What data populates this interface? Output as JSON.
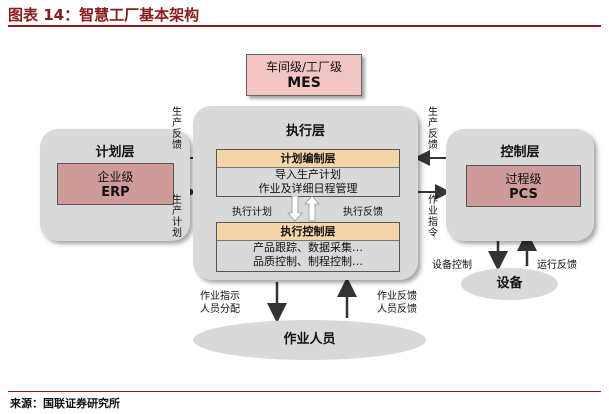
{
  "header": {
    "title": "图表 14：智慧工厂基本架构"
  },
  "footer": {
    "source": "来源：国联证券研究所"
  },
  "mes": {
    "line1": "车间级/工厂级",
    "line2": "MES"
  },
  "planning_layer": {
    "title": "计划层",
    "box_line1": "企业级",
    "box_line2": "ERP"
  },
  "execution_layer": {
    "title": "执行层",
    "plan_compile": {
      "header": "计划编制层",
      "line1": "导入生产计划",
      "line2": "作业及详细日程管理"
    },
    "exec_control": {
      "header": "执行控制层",
      "line1": "产品跟踪、数据采集…",
      "line2": "品质控制、制程控制…"
    },
    "exec_plan_label": "执行计划",
    "exec_feedback_label": "执行反馈"
  },
  "control_layer": {
    "title": "控制层",
    "box_line1": "过程级",
    "box_line2": "PCS"
  },
  "arrows": {
    "left_feedback": [
      "生",
      "产",
      "反",
      "馈"
    ],
    "left_plan": [
      "生",
      "产",
      "计",
      "划"
    ],
    "right_feedback": [
      "生",
      "产",
      "反",
      "馈"
    ],
    "right_command": [
      "作",
      "业",
      "指",
      "令"
    ],
    "device_control": "设备控制",
    "run_feedback": "运行反馈",
    "work_instruction": [
      "作业指示",
      "人员分配"
    ],
    "work_feedback": [
      "作业反馈",
      "人员反馈"
    ]
  },
  "device": {
    "label": "设备"
  },
  "workers": {
    "label": "作业人员"
  }
}
